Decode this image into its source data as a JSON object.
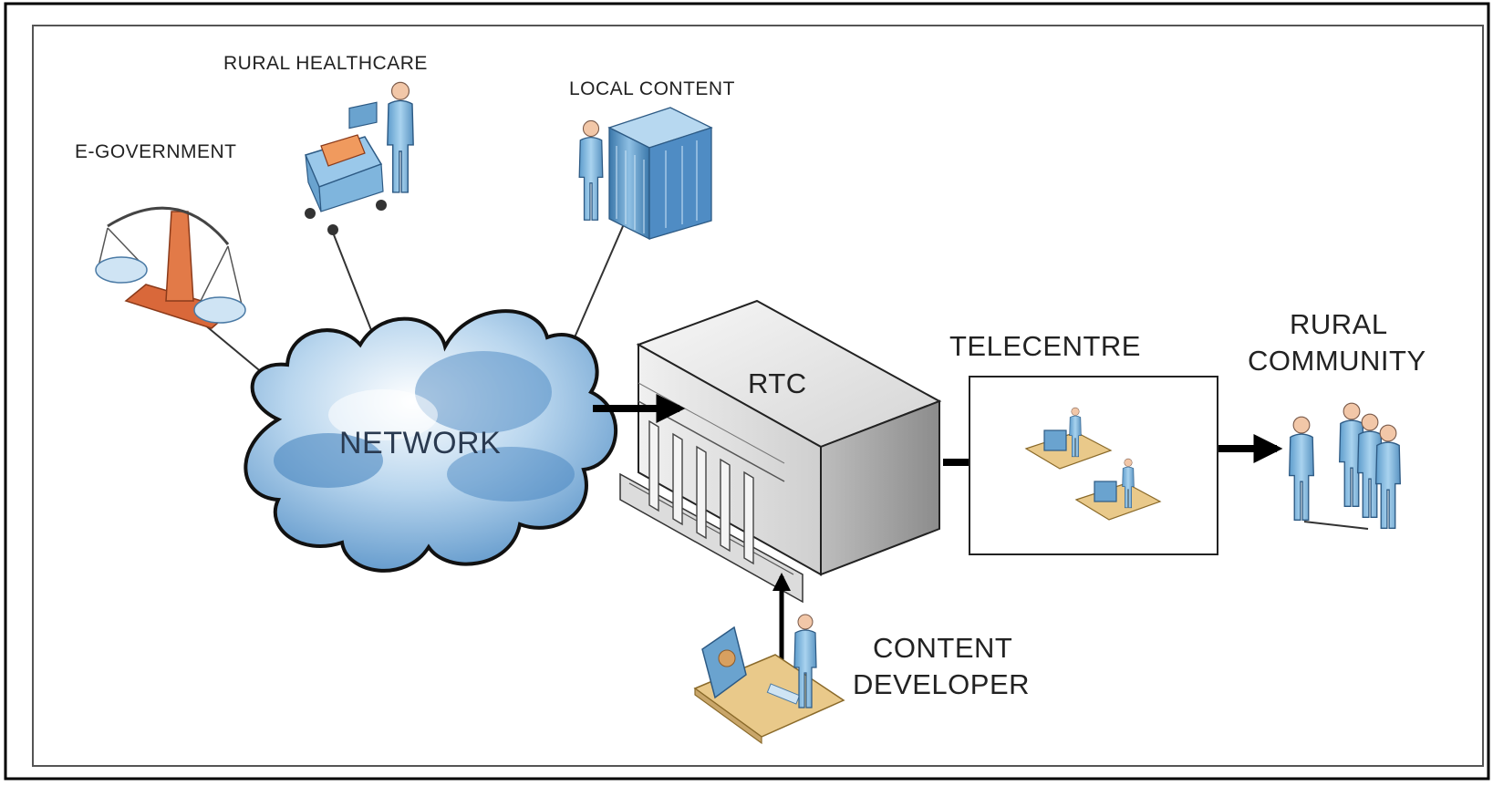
{
  "diagram": {
    "labels": {
      "e_government": "E-GOVERNMENT",
      "rural_healthcare": "RURAL HEALTHCARE",
      "local_content": "LOCAL CONTENT",
      "network": "NETWORK",
      "rtc": "RTC",
      "telecentre": "TELECENTRE",
      "rural_community_line1": "RURAL",
      "rural_community_line2": "COMMUNITY",
      "content_developer_line1": "CONTENT",
      "content_developer_line2": "DEVELOPER"
    },
    "icons": {
      "e_government": "scales-of-justice-icon",
      "rural_healthcare": "medical-cart-person-icon",
      "local_content": "server-rack-person-icon",
      "network": "cloud-icon",
      "rtc": "building-icon",
      "telecentre": "workstation-people-icon",
      "rural_community": "people-group-icon",
      "content_developer": "person-at-computer-icon"
    },
    "colors": {
      "person_blue": "#8ec3e6",
      "cloud_blue": "#4f8cc4",
      "scale_orange": "#d9683a",
      "desk_tan": "#e9c98a",
      "building_gray": "#d8d8d8"
    }
  }
}
